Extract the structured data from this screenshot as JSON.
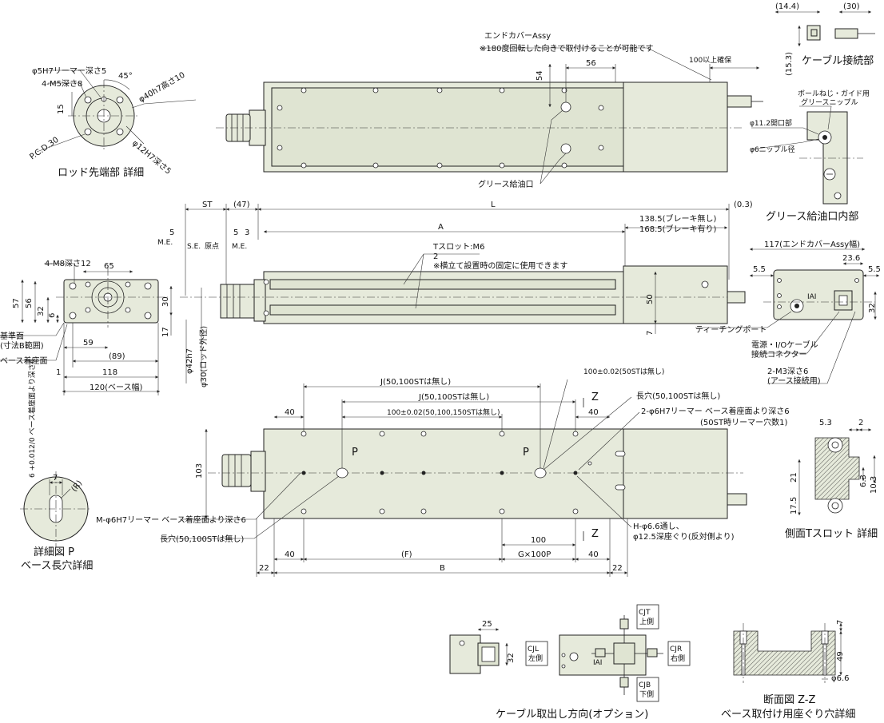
{
  "labels": {
    "end_cover": "エンドカバーAssy",
    "end_cover_note": "※180度回転した向きで取付けることが可能です",
    "dim_56": "56",
    "dim_54": "54",
    "clearance": "100以上確保",
    "grease_port": "グリース給油口",
    "cable_conn_title": "ケーブル接続部",
    "dim_14_4": "(14.4)",
    "dim_30p": "(30)",
    "dim_15_3": "(15.3)",
    "grease_nipple_1": "ボールねじ・ガイド用",
    "grease_nipple_2": "グリースニップル",
    "opening": "φ11.2開口部",
    "nipple_dia": "φ6ニップル径",
    "grease_inner_title": "グリース給油口内部",
    "rod_title": "ロッド先端部 詳細",
    "rod_reamer": "φ5H7リーマー深さ5",
    "rod_m5": "4-M5深さ8",
    "rod_45": "45°",
    "rod_15": "15",
    "rod_40h7": "φ40h7高さ10",
    "rod_pcd": "P.C.D.30",
    "rod_12h7": "φ12H7深さ5",
    "dim_st": "ST",
    "dim_47": "(47)",
    "dim_l": "L",
    "dim_0_3": "(0.3)",
    "dim_a": "A",
    "brake_none": "138.5(ブレーキ無し)",
    "brake_with": "168.5(ブレーキ有り)",
    "dim_5a": "5",
    "dim_5b": "5",
    "dim_3": "3",
    "me1": "M.E.",
    "se": "S.E.",
    "origin": "原点",
    "me2": "M.E.",
    "tslot_1": "Tスロット:M6",
    "tslot_2": "2",
    "tslot_3": "※横立て設置時の固定に使用できます",
    "dim_50": "50",
    "dim_7": "7",
    "dim_42h7": "φ42h7",
    "dim_30rod": "φ30(ロッド外径)",
    "front_m8": "4-M8深さ12",
    "front_65": "65",
    "front_57": "57",
    "front_56": "56",
    "front_32": "32",
    "front_6": "6",
    "front_30": "30",
    "front_17": "17",
    "front_59": "59",
    "front_89": "(89)",
    "front_118": "118",
    "front_1": "1",
    "front_120": "120(ベース幅)",
    "ref_face_1": "基準面",
    "ref_face_2": "(寸法B範囲)",
    "base_face": "ベース着座面",
    "side_117": "117(エンドカバーAssy幅)",
    "side_5_5a": "5.5",
    "side_23_6": "23.6",
    "side_5_5b": "5.5",
    "side_32": "32",
    "teaching_port": "ティーチングポート",
    "power_io_1": "電源・I/Oケーブル",
    "power_io_2": "接続コネクター",
    "m3_1": "2-M3深さ6",
    "m3_2": "(アース接続用)",
    "bot_j1": "J(50,100STは無し)",
    "bot_100a": "100±0.02(50STは無し)",
    "bot_z": "Z",
    "bot_j2": "J(50,100STは無し)",
    "bot_slot_a": "長穴(50,100STは無し)",
    "bot_40a": "40",
    "bot_100b": "100±0.02(50,100,150STは無し)",
    "bot_40b": "40",
    "bot_reamer_1": "2-φ6H7リーマー ベース着座面より深さ6",
    "bot_reamer_2": "(50ST時リーマー穴数1)",
    "bot_p1": "P",
    "bot_p2": "P",
    "bot_103": "103",
    "bot_m_reamer": "M-φ6H7リーマー ベース着座面より深さ6",
    "bot_slot_b": "長穴(50,100STは無し)",
    "bot_100c": "100",
    "bot_h": "H-φ6.6通し、",
    "bot_h2": "φ12.5深座ぐり(反対側より)",
    "bot_40c": "40",
    "bot_f": "(F)",
    "bot_g": "G×100P",
    "bot_40d": "40",
    "bot_22a": "22",
    "bot_b": "B",
    "bot_22b": "22",
    "detail_p_1": "詳細図 P",
    "detail_p_2": "ベース長穴詳細",
    "detail_p_depth": "6 +0.012/0 ベース着座面より深さ6",
    "detail_p_7": "7",
    "detail_p_r": "(R)",
    "tslot_detail_title": "側面Tスロット 詳細",
    "tslot_5_3": "5.3",
    "tslot_21": "21",
    "tslot_17_5": "17.5",
    "tslot_6_3": "6.3",
    "tslot_10_3": "10.3",
    "cable_opt_title": "ケーブル取出し方向(オプション)",
    "cable_25": "25",
    "cable_32": "32",
    "cjt_1": "CJT",
    "cjt_2": "上側",
    "cjl_1": "CJL",
    "cjl_2": "左側",
    "cjr_1": "CJR",
    "cjr_2": "右側",
    "cjb_1": "CJB",
    "cjb_2": "下側",
    "section_title_1": "断面図 Z-Z",
    "section_title_2": "ベース取付け用座ぐり穴詳細",
    "section_7": "7",
    "section_49": "49",
    "section_66": "φ6.6"
  },
  "colors": {
    "body_fill": "#e6eadb",
    "line": "#222222"
  }
}
